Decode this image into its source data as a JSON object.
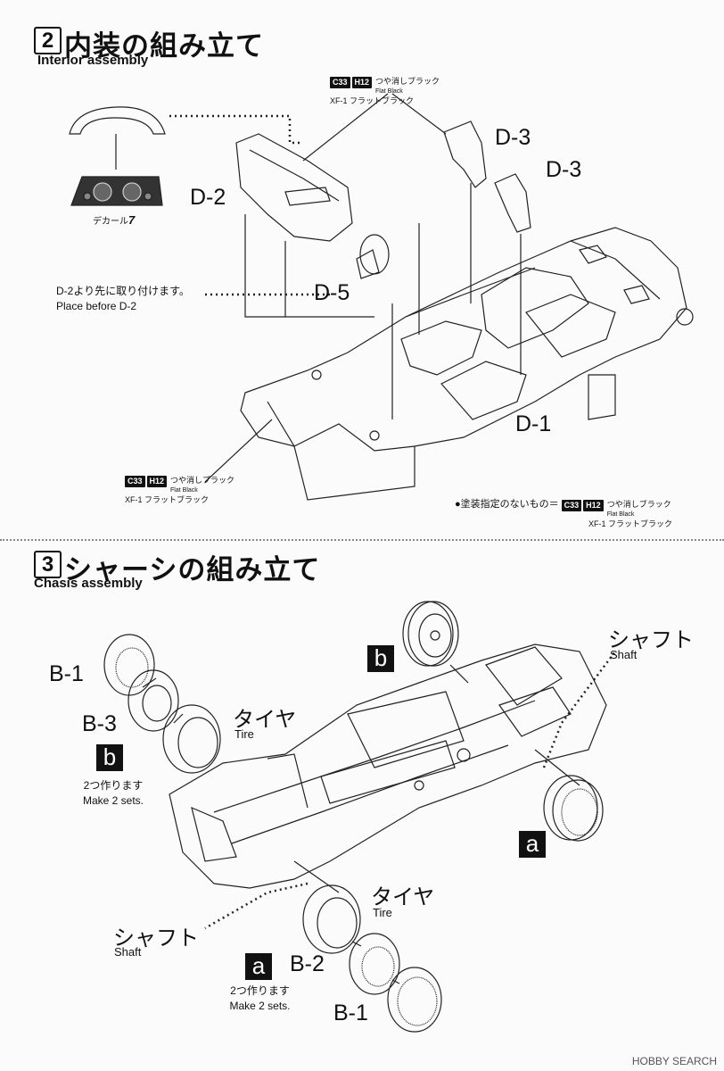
{
  "step2": {
    "number": "2",
    "title": "内装の組み立て",
    "subtitle": "Interior assembly",
    "parts": {
      "d2": "D-2",
      "d3a": "D-3",
      "d3b": "D-3",
      "d5": "D-5",
      "d1": "D-1"
    },
    "decal_label": "デカール",
    "decal_number": "7",
    "note_jp": "D-2より先に取り付けます。",
    "note_en": "Place before D-2",
    "paint_top": {
      "c": "C33",
      "h": "H12",
      "jp": "つや消しブラック",
      "en": "Flat Black",
      "xf": "XF-1 フラットブラック"
    },
    "paint_bottom": {
      "c": "C33",
      "h": "H12",
      "jp": "つや消しブラック",
      "en": "Flat Black",
      "xf": "XF-1 フラットブラック"
    },
    "default_paint_label": "●塗装指定のないもの＝",
    "default_paint": {
      "c": "C33",
      "h": "H12",
      "jp": "つや消しブラック",
      "en": "Flat Black",
      "xf": "XF-1 フラットブラック"
    }
  },
  "step3": {
    "number": "3",
    "title": "シャーシの組み立て",
    "subtitle": "Chasis assembly",
    "shaft_top_jp": "シャフト",
    "shaft_top_en": "Shaft",
    "shaft_bottom_jp": "シャフト",
    "shaft_bottom_en": "Shaft",
    "tire_top_jp": "タイヤ",
    "tire_top_en": "Tire",
    "tire_bottom_jp": "タイヤ",
    "tire_bottom_en": "Tire",
    "parts": {
      "b1_top": "B-1",
      "b3": "B-3",
      "b2": "B-2",
      "b1_bottom": "B-1"
    },
    "label_b_top": "b",
    "label_b_left": "b",
    "label_a_right": "a",
    "label_a_bottom": "a",
    "make2_b_jp": "2つ作ります",
    "make2_b_en": "Make 2 sets.",
    "make2_a_jp": "2つ作ります",
    "make2_a_en": "Make 2 sets."
  },
  "watermark": "HOBBY SEARCH"
}
